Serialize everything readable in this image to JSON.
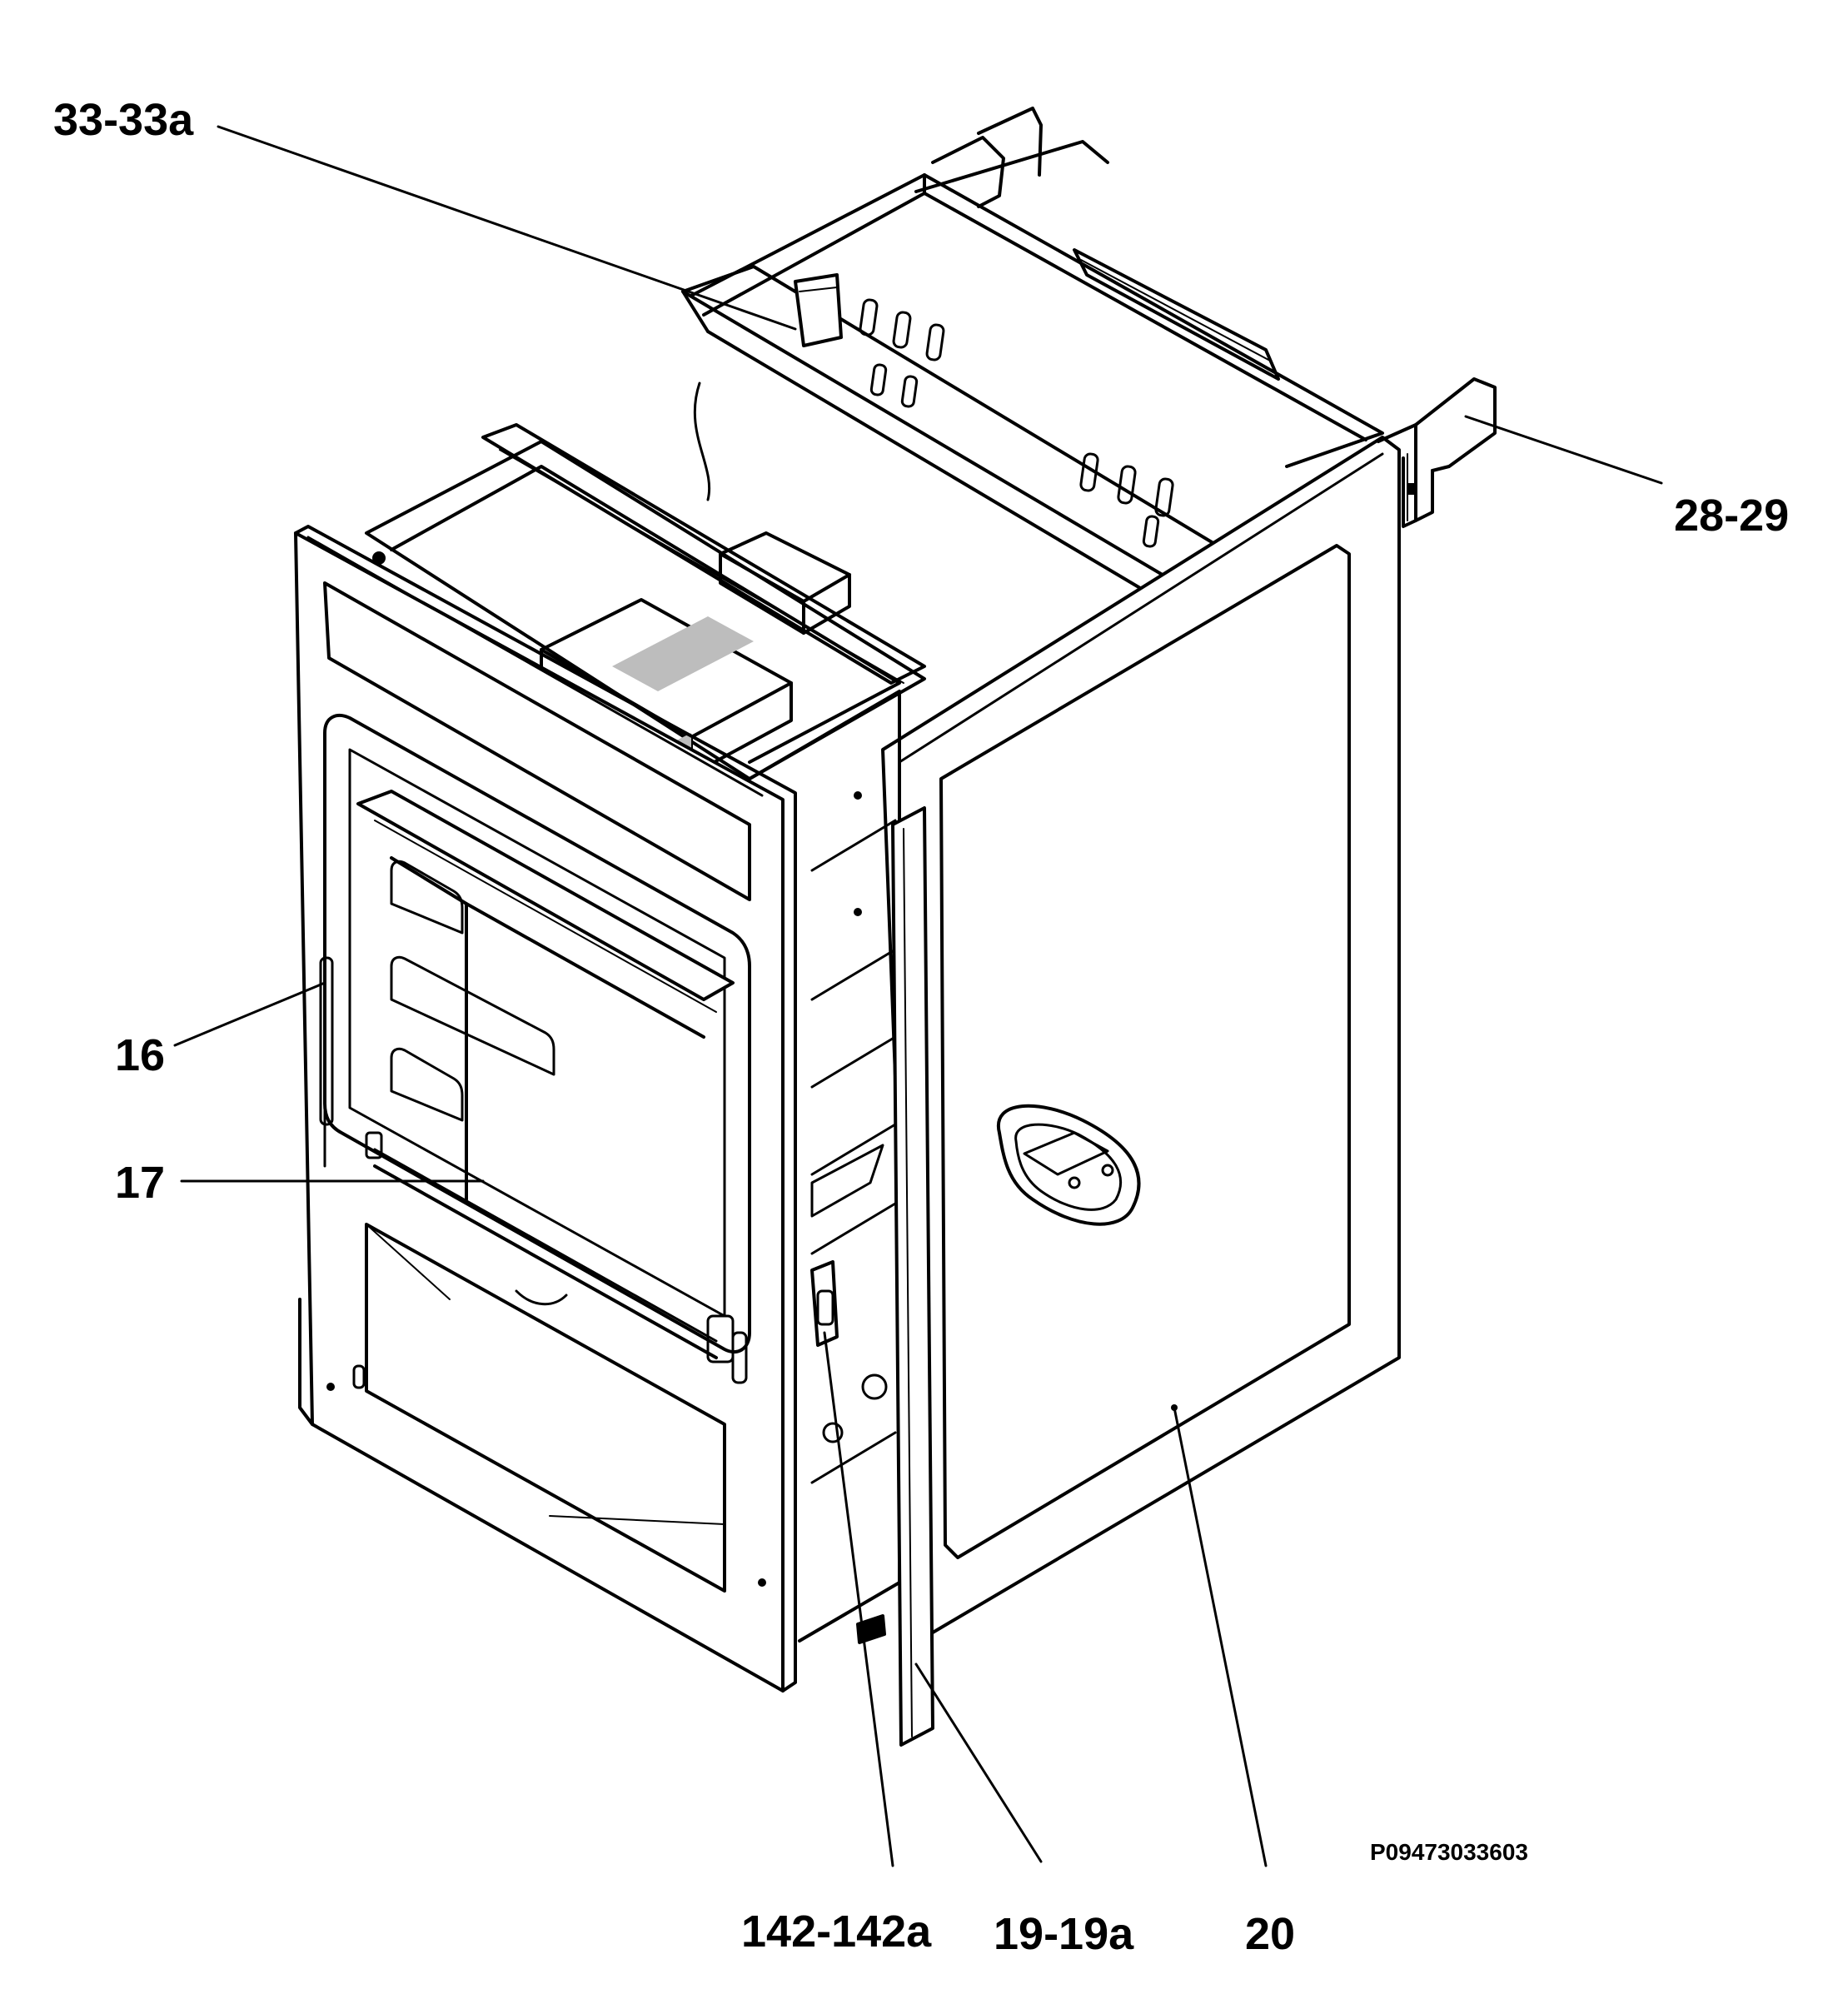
{
  "diagram": {
    "callouts": {
      "c33": "33-33a",
      "c28": "28-29",
      "c16": "16",
      "c17": "17",
      "c142": "142-142a",
      "c19": "19-19a",
      "c20": "20"
    },
    "reference_code": "P09473033603",
    "colors": {
      "ink": "#000000",
      "paper": "#ffffff",
      "shade": "#bdbdbd"
    }
  }
}
